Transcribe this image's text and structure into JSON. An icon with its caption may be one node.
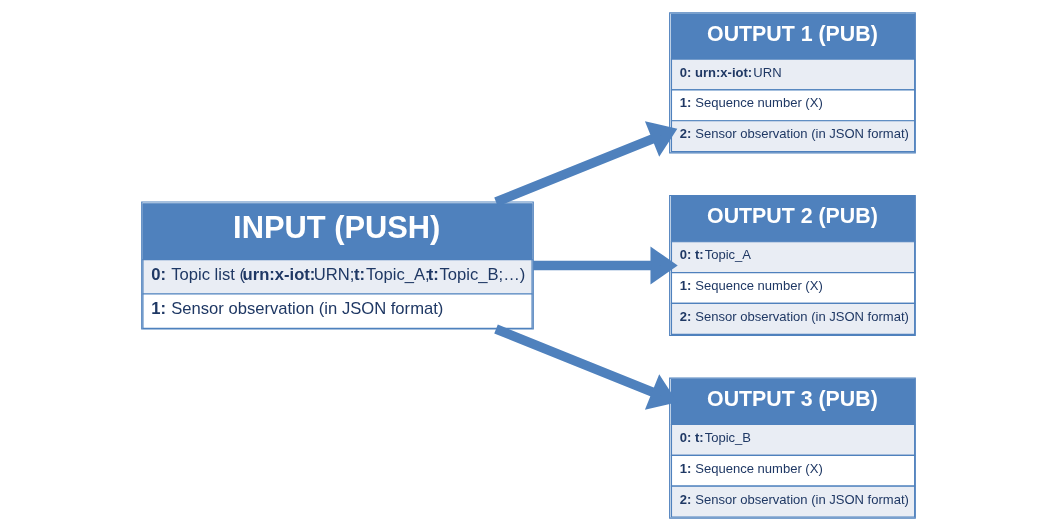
{
  "diagram": {
    "nodes": [
      {
        "text": [
          "INPUT (PUSH)",
          "**0:** Topic list (**urn:x-iot:**URN;**t:**Topic_A;**t:**Topic_B;…)",
          "**1:** Sensor observation (in JSON format)"
        ]
      },
      {
        "text": [
          "OUTPUT 1 (PUB)",
          "**0: urn:x-iot:**URN",
          "**1:** Sequence number (X)",
          "**2:** Sensor observation (in JSON format)"
        ]
      },
      {
        "text": [
          "OUTPUT 2 (PUB)",
          "**0: t:**Topic_A",
          "**1:** Sequence number (X)",
          "**2:** Sensor observation (in JSON format)"
        ]
      },
      {
        "text": [
          "OUTPUT 3 (PUB)",
          "**0: t:**Topic_B",
          "**1:** Sequence number (X)",
          "**2:** Sensor observation (in JSON format)"
        ]
      }
    ],
    "edges": [
      {
        "from": 0,
        "to": 1,
        "arrow": "to"
      },
      {
        "from": 0,
        "to": 2,
        "arrow": "to"
      },
      {
        "from": 0,
        "to": 3,
        "arrow": "to"
      }
    ]
  }
}
